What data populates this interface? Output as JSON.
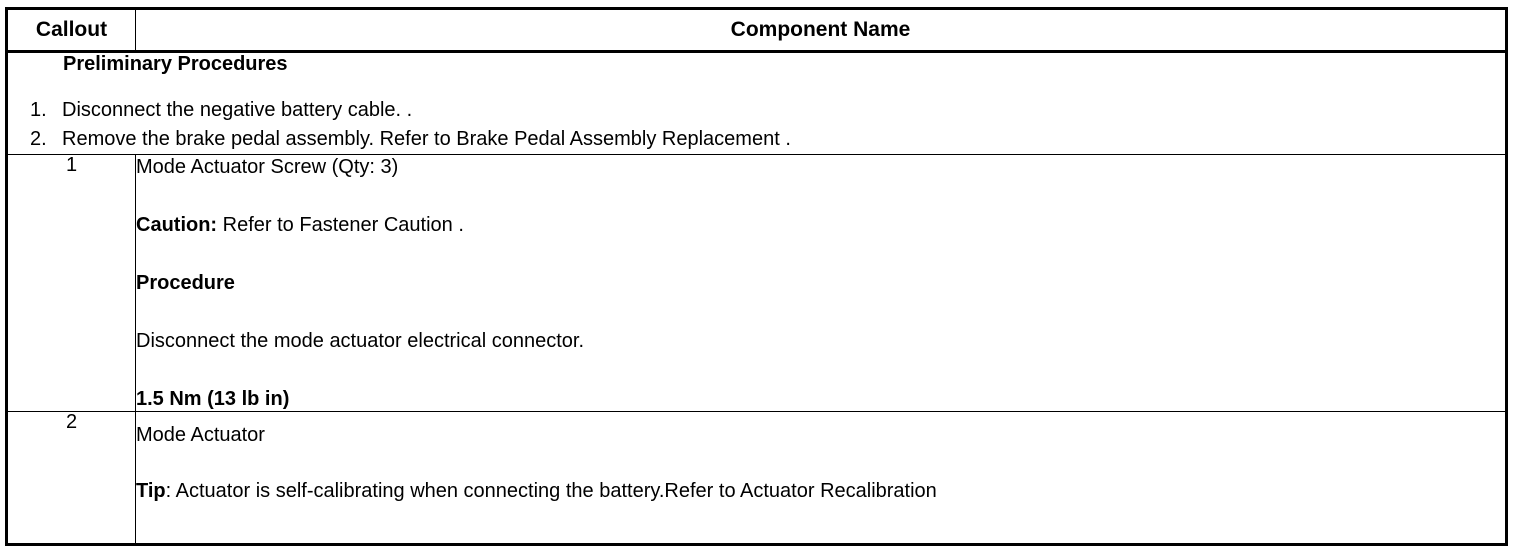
{
  "table": {
    "headers": {
      "callout": "Callout",
      "component_name": "Component Name"
    },
    "preliminary": {
      "title": "Preliminary Procedures",
      "steps": [
        {
          "number": "1.",
          "text": "Disconnect the negative battery cable. ."
        },
        {
          "number": "2.",
          "text": "Remove the brake pedal assembly. Refer to Brake Pedal Assembly Replacement ."
        }
      ]
    },
    "rows": [
      {
        "callout": "1",
        "blocks": [
          {
            "lead": "",
            "text": "Mode Actuator Screw (Qty: 3)"
          },
          {
            "lead": "Caution:",
            "text": " Refer to Fastener Caution ."
          },
          {
            "lead": "Procedure",
            "text": ""
          },
          {
            "lead": "",
            "text": "Disconnect the mode actuator electrical connector."
          },
          {
            "lead": "1.5 Nm (13 lb in)",
            "text": ""
          }
        ]
      },
      {
        "callout": "2",
        "blocks": [
          {
            "lead": "",
            "text": "Mode Actuator"
          },
          {
            "lead": "Tip",
            "text": ": Actuator is self-calibrating when connecting the battery.Refer to Actuator Recalibration"
          }
        ]
      }
    ]
  },
  "colors": {
    "border": "#000000",
    "text": "#000000",
    "background": "#ffffff"
  }
}
